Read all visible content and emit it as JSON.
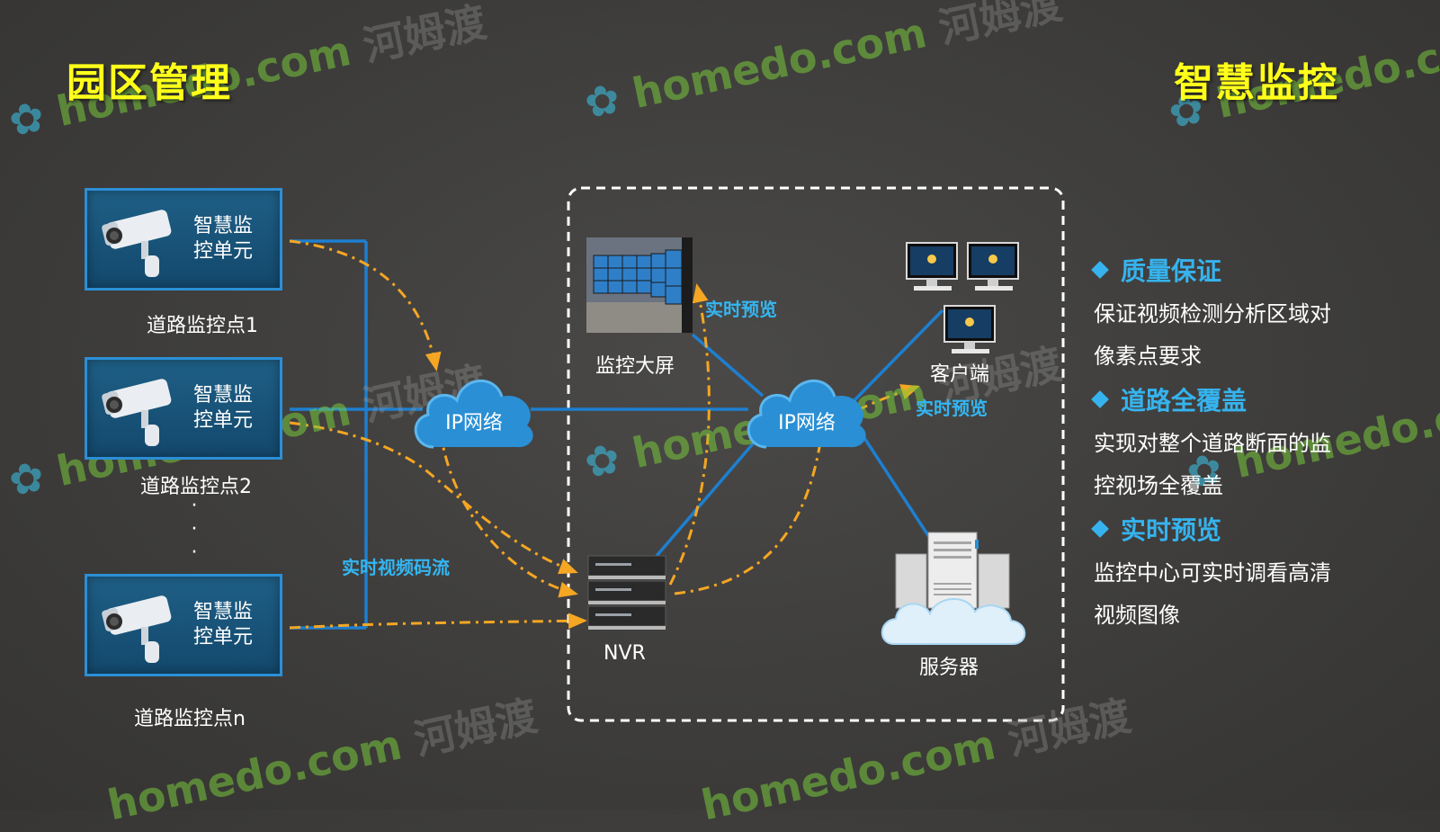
{
  "header": {
    "left_title": "园区管理",
    "right_title": "智慧监控"
  },
  "units": [
    {
      "label_line1": "智慧监",
      "label_line2": "控单元",
      "point": "道路监控点1"
    },
    {
      "label_line1": "智慧监",
      "label_line2": "控单元",
      "point": "道路监控点2"
    },
    {
      "label_line1": "智慧监",
      "label_line2": "控单元",
      "point": "道路监控点n"
    }
  ],
  "ellipsis": "·\n·\n·",
  "network": {
    "cloud_left": "IP网络",
    "cloud_right": "IP网络",
    "stream_label": "实时视频码流",
    "preview_label_top": "实时预览",
    "preview_label_right": "实时预览"
  },
  "devices": {
    "wall": "监控大屏",
    "client": "客户端",
    "nvr": "NVR",
    "server": "服务器"
  },
  "features": [
    {
      "title": "质量保证",
      "text_line1": "保证视频检测分析区域对",
      "text_line2": "像素点要求"
    },
    {
      "title": "道路全覆盖",
      "text_line1": "实现对整个道路断面的监",
      "text_line2": "控视场全覆盖"
    },
    {
      "title": "实时预览",
      "text_line1": "监控中心可实时调看高清",
      "text_line2": "视频图像"
    }
  ],
  "watermark": {
    "brand": "homedo.com",
    "cn": "河姆渡"
  },
  "colors": {
    "title_yellow": "#ffff1a",
    "accent_cyan": "#36b3ee",
    "line_blue": "#1e7fd0",
    "dash_orange": "#f5a623",
    "box_border": "#2b8fd6"
  }
}
